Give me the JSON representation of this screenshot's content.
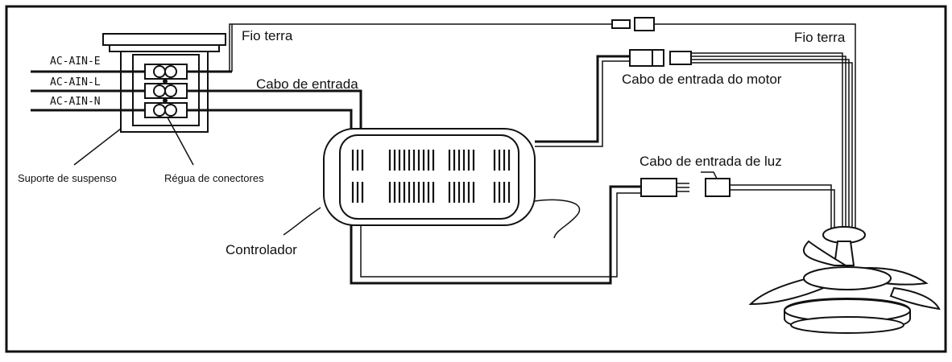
{
  "labels": {
    "earth_left": "Fio terra",
    "earth_right": "Fio terra",
    "input_cable": "Cabo de entrada",
    "motor_cable": "Cabo de entrada do motor",
    "light_cable": "Cabo de entrada de luz",
    "controller": "Controlador",
    "suspension_bracket": "Suporte de suspenso",
    "terminal_block": "Régua de conectores"
  },
  "terminals": [
    {
      "label": "AC-AIN-E"
    },
    {
      "label": "AC-AIN-L"
    },
    {
      "label": "AC-AIN-N"
    }
  ],
  "colors": {
    "line": "#111111",
    "background": "#ffffff"
  }
}
